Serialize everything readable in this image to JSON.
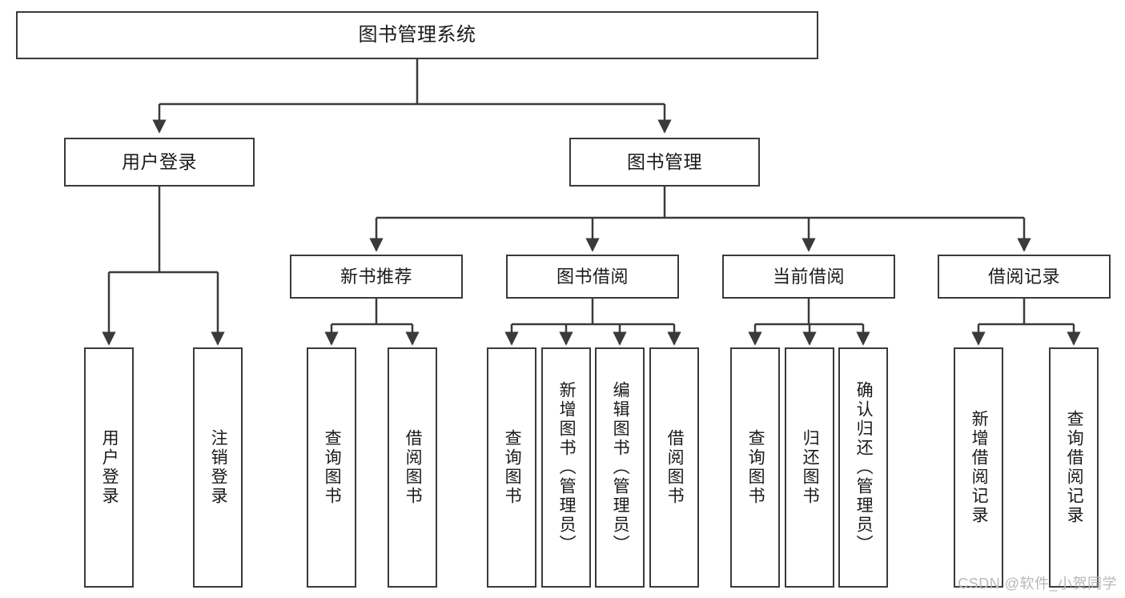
{
  "diagram": {
    "title": "图书管理系统",
    "watermark": "CSDN @软件_小贺同学",
    "colors": {
      "stroke": "#3a3a3a",
      "fill": "#ffffff",
      "text": "#1a1a1a",
      "watermark": "#b8b8b8"
    },
    "nodes": {
      "root": {
        "label": "图书管理系统"
      },
      "level2": [
        {
          "label": "用户登录"
        },
        {
          "label": "图书管理"
        }
      ],
      "level3": [
        {
          "label": "新书推荐"
        },
        {
          "label": "图书借阅"
        },
        {
          "label": "当前借阅"
        },
        {
          "label": "借阅记录"
        }
      ],
      "leaves": {
        "user_login": [
          {
            "label": "用户登录"
          },
          {
            "label": "注销登录"
          }
        ],
        "new_book_recommend": [
          {
            "label": "查询图书"
          },
          {
            "label": "借阅图书"
          }
        ],
        "book_borrow": [
          {
            "label": "查询图书"
          },
          {
            "label": "新增图书（管理员）"
          },
          {
            "label": "编辑图书（管理员）"
          },
          {
            "label": "借阅图书"
          }
        ],
        "current_borrow": [
          {
            "label": "查询图书"
          },
          {
            "label": "归还图书"
          },
          {
            "label": "确认归还（管理员）"
          }
        ],
        "borrow_record": [
          {
            "label": "新增借阅记录"
          },
          {
            "label": "查询借阅记录"
          }
        ]
      }
    }
  }
}
